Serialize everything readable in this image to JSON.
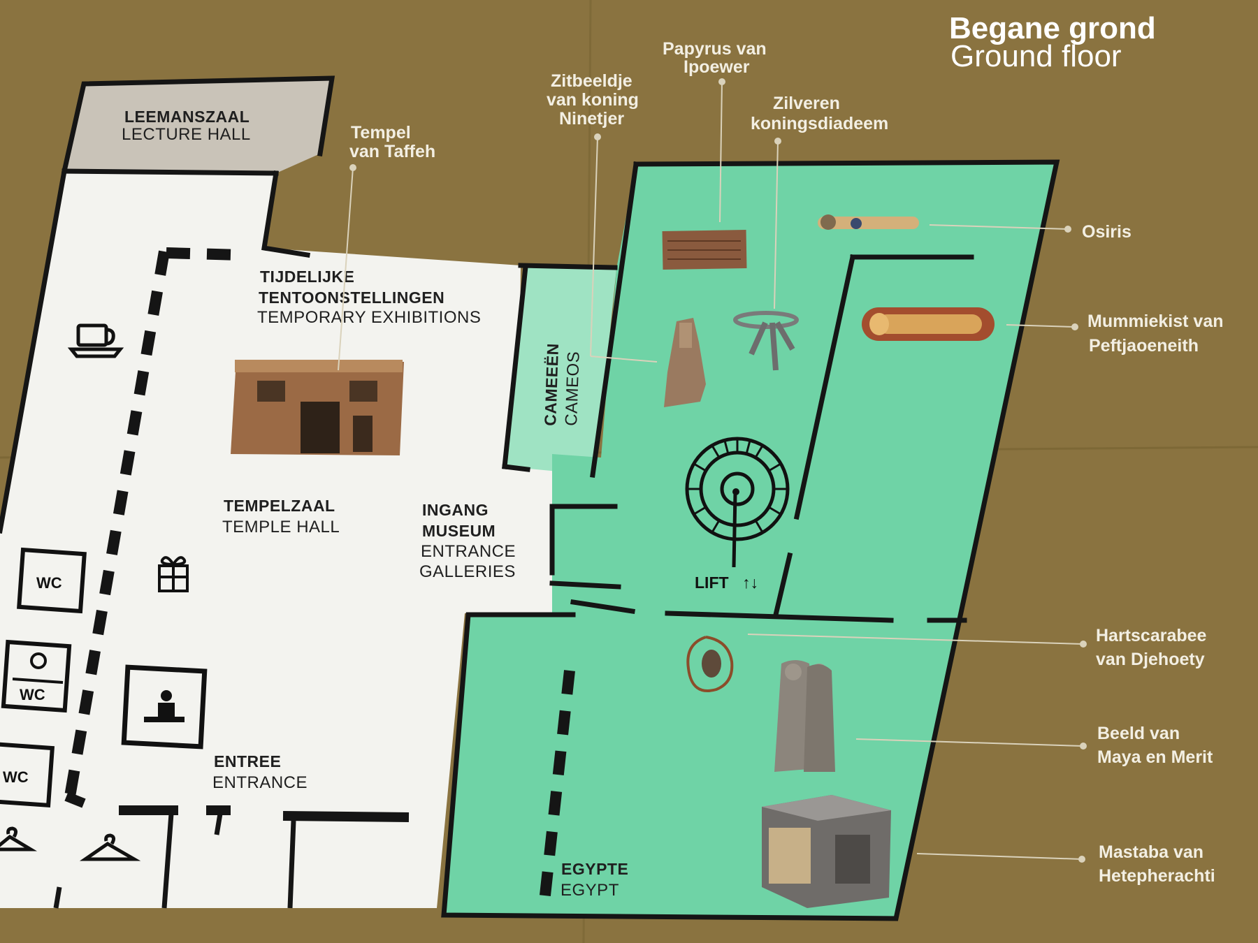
{
  "title": {
    "nl": "Begane grond",
    "en": "Ground floor"
  },
  "colors": {
    "background": "#8a7340",
    "gallery_green": "#6fd3a6",
    "hall_light": "#f3f3ef",
    "lecture_grey": "#c9c3b8",
    "walls": "#151515",
    "annotation_text": "#f3efe3"
  },
  "rooms": {
    "lecture_hall": {
      "nl": "LEEMANSZAAL",
      "en": "LECTURE HALL"
    },
    "temporary": {
      "nl_1": "TIJDELIJKE",
      "nl_2": "TENTOONSTELLINGEN",
      "en": "TEMPORARY EXHIBITIONS"
    },
    "temple_hall": {
      "nl": "TEMPELZAAL",
      "en": "TEMPLE HALL"
    },
    "entrance_galleries": {
      "nl_1": "INGANG",
      "nl_2": "MUSEUM",
      "en_1": "ENTRANCE",
      "en_2": "GALLERIES"
    },
    "cameos": {
      "nl": "CAMEEËN",
      "en": "CAMEOS"
    },
    "entrance": {
      "nl": "ENTREE",
      "en": "ENTRANCE"
    },
    "egypt": {
      "nl": "EGYPTE",
      "en": "EGYPT"
    }
  },
  "facilities": {
    "wc": "WC",
    "lift": "LIFT",
    "lift_arrows": "↑↓"
  },
  "annotations": {
    "tempel": {
      "l1": "Tempel",
      "l2": "van Taffeh"
    },
    "zitbeeldje": {
      "l1": "Zitbeeldje",
      "l2": "van koning",
      "l3": "Ninetjer"
    },
    "papyrus": {
      "l1": "Papyrus van",
      "l2": "Ipoewer"
    },
    "diadeem": {
      "l1": "Zilveren",
      "l2": "koningsdiadeem"
    },
    "osiris": {
      "l1": "Osiris"
    },
    "mummiekist": {
      "l1": "Mummiekist van",
      "l2": "Peftjaoeneith"
    },
    "hartscarabee": {
      "l1": "Hartscarabee",
      "l2": "van Djehoety"
    },
    "beeld": {
      "l1": "Beeld van",
      "l2": "Maya en Merit"
    },
    "mastaba": {
      "l1": "Mastaba van",
      "l2": "Hetepherachti"
    }
  }
}
